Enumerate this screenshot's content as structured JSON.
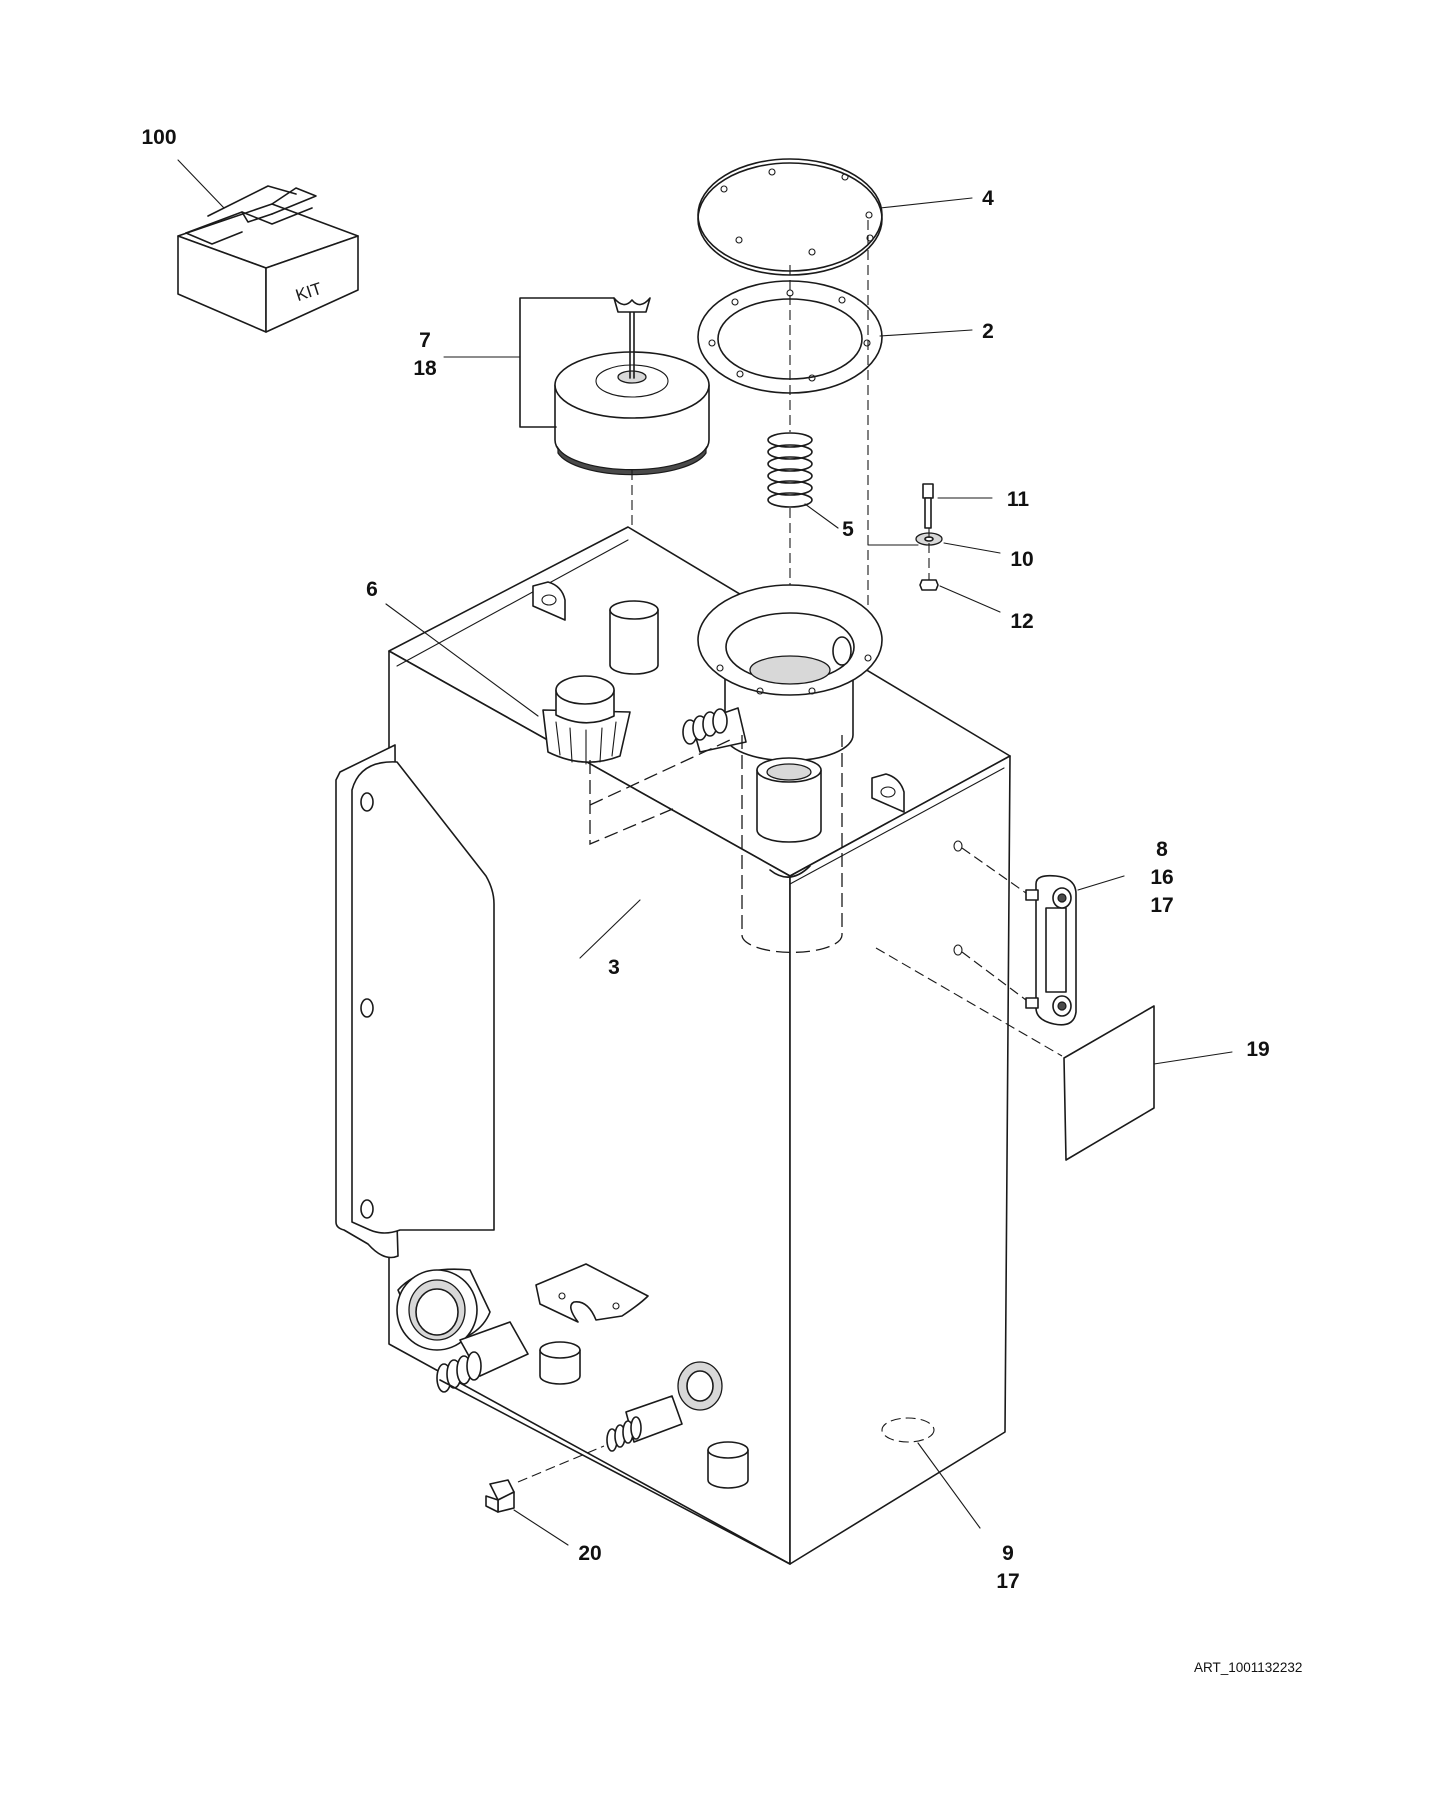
{
  "callouts": {
    "c100": "100",
    "c4": "4",
    "c2": "2",
    "c7": "7",
    "c18": "18",
    "c11": "11",
    "c5": "5",
    "c10": "10",
    "c6": "6",
    "c12": "12",
    "c8": "8",
    "c16": "16",
    "c17a": "17",
    "c3": "3",
    "c19": "19",
    "c20": "20",
    "c9": "9",
    "c17b": "17"
  },
  "kit_label": "KIT",
  "art_id": "ART_1001132232"
}
